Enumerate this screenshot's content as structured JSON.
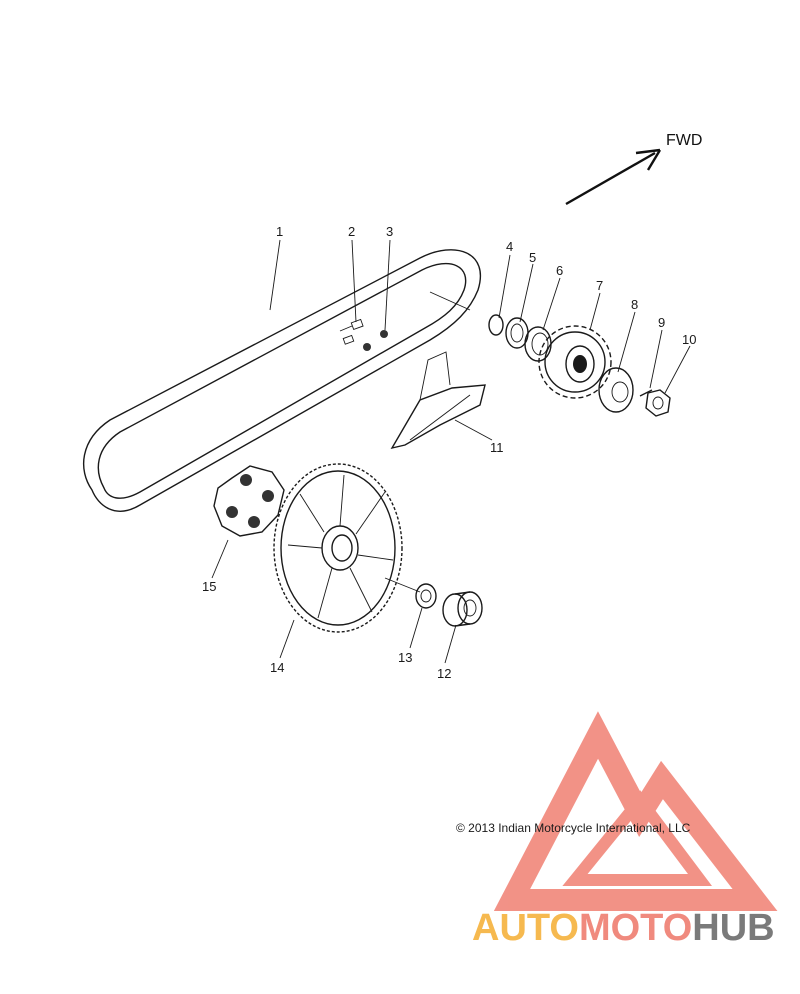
{
  "direction_label": "FWD",
  "callouts": [
    "1",
    "2",
    "3",
    "4",
    "5",
    "6",
    "7",
    "8",
    "9",
    "10",
    "11",
    "12",
    "13",
    "14",
    "15"
  ],
  "copyright": "© 2013 Indian Motorcycle International, LLC",
  "watermark": {
    "part1": "AUTO",
    "part2": "MOTO",
    "part3": "HUB",
    "colors": {
      "auto": "#f6b94f",
      "moto": "#f08a7e",
      "hub": "#7a7a7a",
      "triangle": "#f07f72"
    }
  }
}
